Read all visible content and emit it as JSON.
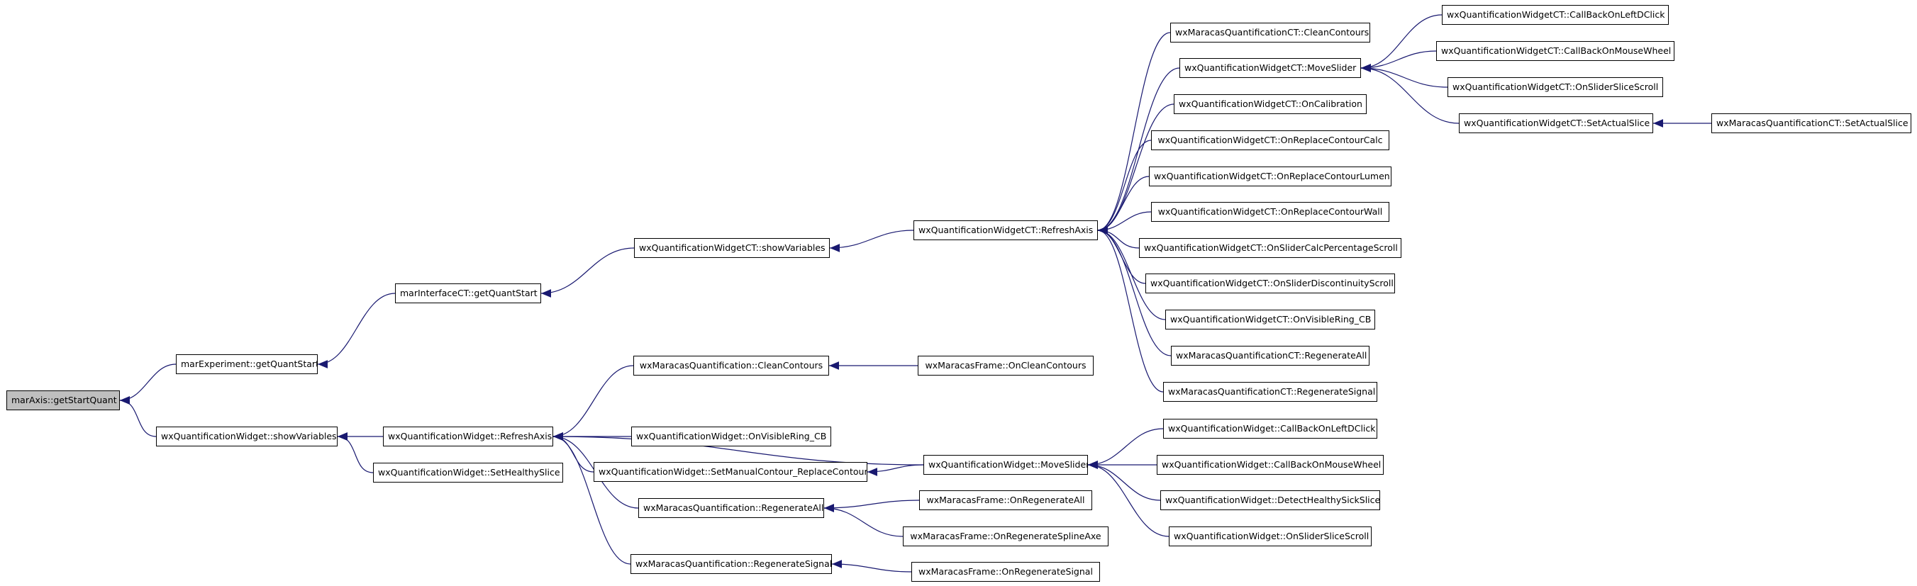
{
  "colors": {
    "edge": "#191970",
    "node_border": "#000000",
    "root_fill": "#bfbfbf",
    "node_fill": "#ffffff"
  },
  "nodes": [
    {
      "id": "n0",
      "label": "marAxis::getStartQuant",
      "root": true
    },
    {
      "id": "n1",
      "label": "marExperiment::getQuantStart"
    },
    {
      "id": "n2",
      "label": "wxQuantificationWidget::showVariables"
    },
    {
      "id": "n3",
      "label": "marInterfaceCT::getQuantStart"
    },
    {
      "id": "n4",
      "label": "wxQuantificationWidgetCT::showVariables"
    },
    {
      "id": "n5",
      "label": "wxQuantificationWidgetCT::RefreshAxis"
    },
    {
      "id": "n6",
      "label": "wxMaracasQuantificationCT::CleanContours"
    },
    {
      "id": "n7",
      "label": "wxQuantificationWidgetCT::MoveSlider"
    },
    {
      "id": "n8",
      "label": "wxQuantificationWidgetCT::OnCalibration"
    },
    {
      "id": "n9",
      "label": "wxQuantificationWidgetCT::OnReplaceContourCalc"
    },
    {
      "id": "n10",
      "label": "wxQuantificationWidgetCT::OnReplaceContourLumen"
    },
    {
      "id": "n11",
      "label": "wxQuantificationWidgetCT::OnReplaceContourWall"
    },
    {
      "id": "n12",
      "label": "wxQuantificationWidgetCT::OnSliderCalcPercentageScroll"
    },
    {
      "id": "n13",
      "label": "wxQuantificationWidgetCT::OnSliderDiscontinuityScroll"
    },
    {
      "id": "n14",
      "label": "wxQuantificationWidgetCT::OnVisibleRing_CB"
    },
    {
      "id": "n15",
      "label": "wxMaracasQuantificationCT::RegenerateAll"
    },
    {
      "id": "n16",
      "label": "wxMaracasQuantificationCT::RegenerateSignal"
    },
    {
      "id": "n17",
      "label": "wxQuantificationWidgetCT::CallBackOnLeftDClick"
    },
    {
      "id": "n18",
      "label": "wxQuantificationWidgetCT::CallBackOnMouseWheel"
    },
    {
      "id": "n19",
      "label": "wxQuantificationWidgetCT::OnSliderSliceScroll"
    },
    {
      "id": "n20",
      "label": "wxQuantificationWidgetCT::SetActualSlice"
    },
    {
      "id": "n21",
      "label": "wxMaracasQuantificationCT::SetActualSlice"
    },
    {
      "id": "n22",
      "label": "wxQuantificationWidget::RefreshAxis"
    },
    {
      "id": "n23",
      "label": "wxQuantificationWidget::SetHealthySlice"
    },
    {
      "id": "n24",
      "label": "wxMaracasQuantification::CleanContours"
    },
    {
      "id": "n25",
      "label": "wxMaracasFrame::OnCleanContours"
    },
    {
      "id": "n26",
      "label": "wxQuantificationWidget::OnVisibleRing_CB"
    },
    {
      "id": "n27",
      "label": "wxQuantificationWidget::SetManualContour_ReplaceContour"
    },
    {
      "id": "n28",
      "label": "wxQuantificationWidget::MoveSlider"
    },
    {
      "id": "n29",
      "label": "wxMaracasQuantification::RegenerateAll"
    },
    {
      "id": "n30",
      "label": "wxMaracasFrame::OnRegenerateAll"
    },
    {
      "id": "n31",
      "label": "wxMaracasFrame::OnRegenerateSplineAxe"
    },
    {
      "id": "n32",
      "label": "wxMaracasQuantification::RegenerateSignal"
    },
    {
      "id": "n33",
      "label": "wxMaracasFrame::OnRegenerateSignal"
    },
    {
      "id": "n34",
      "label": "wxQuantificationWidget::CallBackOnLeftDClick"
    },
    {
      "id": "n35",
      "label": "wxQuantificationWidget::CallBackOnMouseWheel"
    },
    {
      "id": "n36",
      "label": "wxQuantificationWidget::DetectHealthySickSlice"
    },
    {
      "id": "n37",
      "label": "wxQuantificationWidget::OnSliderSliceScroll"
    }
  ],
  "edges": [
    [
      "n1",
      "n0"
    ],
    [
      "n2",
      "n0"
    ],
    [
      "n3",
      "n1"
    ],
    [
      "n4",
      "n3"
    ],
    [
      "n5",
      "n4"
    ],
    [
      "n6",
      "n5"
    ],
    [
      "n7",
      "n5"
    ],
    [
      "n8",
      "n5"
    ],
    [
      "n9",
      "n5"
    ],
    [
      "n10",
      "n5"
    ],
    [
      "n11",
      "n5"
    ],
    [
      "n12",
      "n5"
    ],
    [
      "n13",
      "n5"
    ],
    [
      "n14",
      "n5"
    ],
    [
      "n15",
      "n5"
    ],
    [
      "n16",
      "n5"
    ],
    [
      "n17",
      "n7"
    ],
    [
      "n18",
      "n7"
    ],
    [
      "n19",
      "n7"
    ],
    [
      "n20",
      "n7"
    ],
    [
      "n21",
      "n20"
    ],
    [
      "n22",
      "n2"
    ],
    [
      "n23",
      "n2"
    ],
    [
      "n24",
      "n22"
    ],
    [
      "n28",
      "n22"
    ],
    [
      "n26",
      "n22"
    ],
    [
      "n27",
      "n22"
    ],
    [
      "n29",
      "n22"
    ],
    [
      "n32",
      "n22"
    ],
    [
      "n25",
      "n24"
    ],
    [
      "n28",
      "n27"
    ],
    [
      "n34",
      "n28"
    ],
    [
      "n35",
      "n28"
    ],
    [
      "n36",
      "n28"
    ],
    [
      "n37",
      "n28"
    ],
    [
      "n30",
      "n29"
    ],
    [
      "n31",
      "n29"
    ],
    [
      "n33",
      "n32"
    ]
  ]
}
